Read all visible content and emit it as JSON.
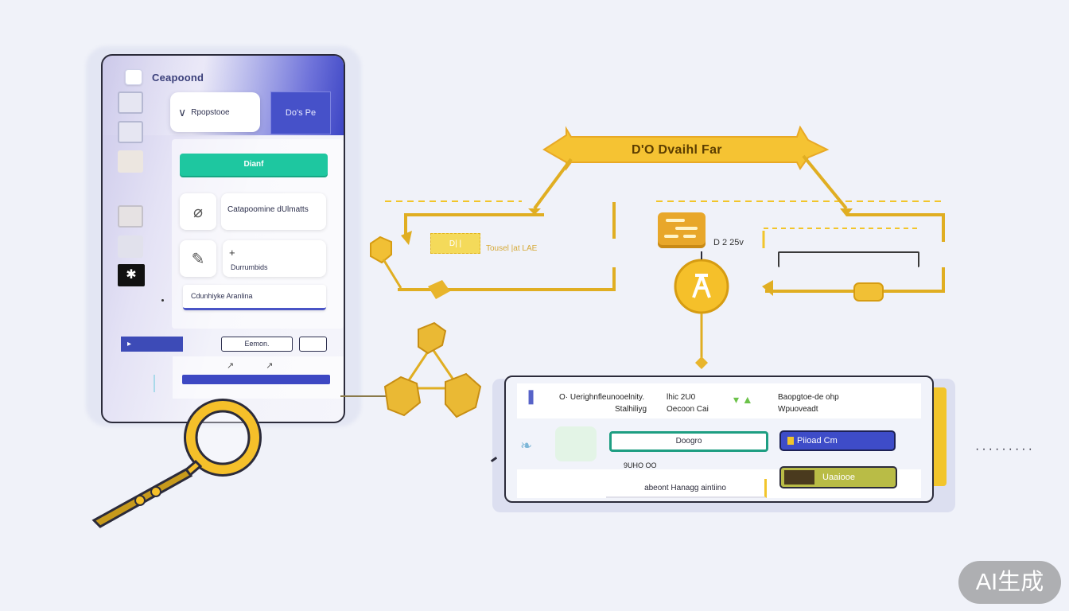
{
  "left_panel": {
    "title": "Ceapoond",
    "dropdown_label": "Rpopstooe",
    "header_badge": "Do's Pe",
    "primary_button": "Dianf",
    "card1_label": "Catapoomine dUlmatts",
    "card2_plus": "+",
    "card2_label": "Durrumbids",
    "input_value": "Cdunhiyke  Aranlina",
    "nav_button_1": "Eemon.",
    "nav_blue_arrow": "▸"
  },
  "flow": {
    "banner_label": "D'O Dvaihl Far",
    "chip_left": "D|  |",
    "chip_left_label": "Tousel |at LAE",
    "stack_label": "D 2 25v"
  },
  "table_card": {
    "header": {
      "col1": [
        "O· Uerighnfleunooelnity.",
        "Stalhiliyg"
      ],
      "col2": [
        "lhic 2U0",
        "Oecoon Cai"
      ],
      "col3": "▾ ▲",
      "col4": [
        "Baopgtoe-de ohp",
        "Wpuoveadt"
      ]
    },
    "row1_input": "Doogro",
    "row1_button": "Piioad Cm",
    "row_sub_label": "9UHO OO",
    "row2_input": "abeont Hanagg aintiino",
    "row2_button": "Uaaiooe"
  },
  "watermark": "AI生成",
  "colors": {
    "accent_gold": "#f2c52b",
    "accent_blue": "#3e4cc8",
    "accent_teal": "#1ec7a0"
  },
  "icons": [
    "app-logo-icon",
    "chevron-down-icon",
    "paperclip-icon",
    "pin-icon",
    "plugin-icon",
    "magnifier-icon",
    "stack-icon",
    "lamp-icon",
    "hexagon-node-icon"
  ]
}
